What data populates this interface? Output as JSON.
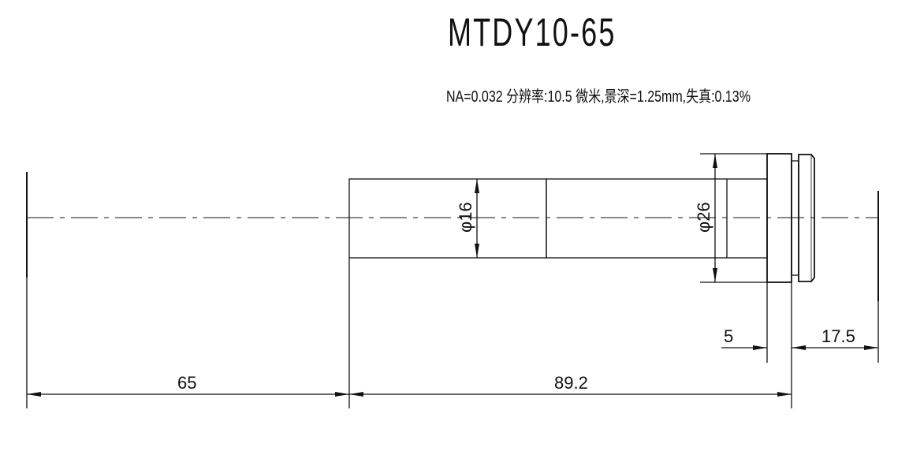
{
  "title": "MTDY10-65",
  "spec": "NA=0.032    分辨率:10.5 微米,景深=1.25mm,失真:0.13%",
  "dimensions": {
    "d16": "φ16",
    "d26": "φ26",
    "len5": "5",
    "len17_5": "17.5",
    "len65": "65",
    "len89_2": "89.2"
  }
}
